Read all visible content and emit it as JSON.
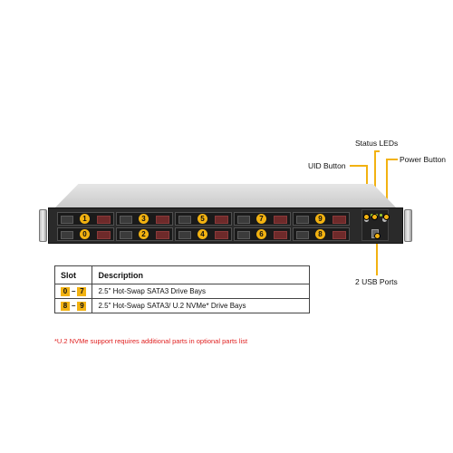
{
  "callouts": {
    "status_leds": "Status LEDs",
    "uid_button": "UID Button",
    "power_button": "Power Button",
    "usb_ports": "2 USB Ports"
  },
  "drive_bays": {
    "top_row": [
      "1",
      "3",
      "5",
      "7",
      "9"
    ],
    "bottom_row": [
      "0",
      "2",
      "4",
      "6",
      "8"
    ]
  },
  "table": {
    "headers": [
      "Slot",
      "Description"
    ],
    "rows": [
      {
        "start": "0",
        "sep": "–",
        "end": "7",
        "description": "2.5\" Hot-Swap SATA3 Drive Bays"
      },
      {
        "start": "8",
        "sep": "–",
        "end": "9",
        "description": "2.5\" Hot-Swap SATA3/ U.2 NVMe* Drive Bays"
      }
    ]
  },
  "footnote": "*U.2 NVMe  support requires additional parts in optional parts list",
  "colors": {
    "accent": "#f2b211",
    "footnote": "#e02020",
    "panel": "#2a2a2a"
  }
}
